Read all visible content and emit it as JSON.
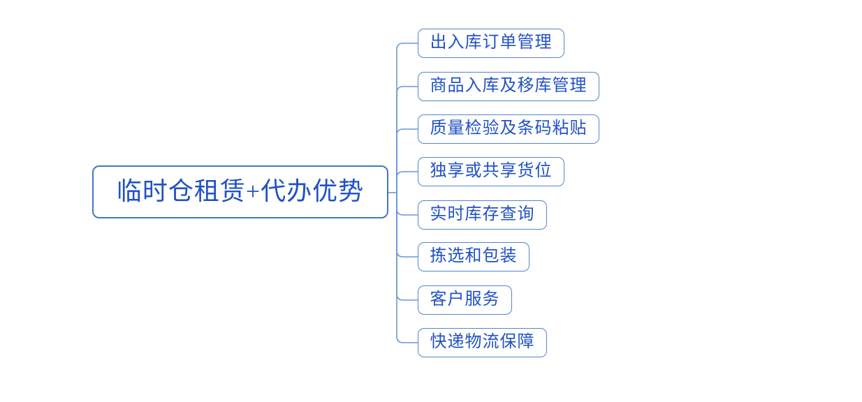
{
  "mindmap": {
    "root": {
      "label": "临时仓租赁+代办优势"
    },
    "children": [
      {
        "label": "出入库订单管理"
      },
      {
        "label": "商品入库及移库管理"
      },
      {
        "label": "质量检验及条码粘贴"
      },
      {
        "label": "独享或共享货位"
      },
      {
        "label": "实时库存查询"
      },
      {
        "label": "拣选和包装"
      },
      {
        "label": "客户服务"
      },
      {
        "label": "快递物流保障"
      }
    ],
    "colors": {
      "background": "#ffffff",
      "node_text": "#2152c3",
      "root_border": "#4377c8",
      "child_border": "#5585cc",
      "connector_line": "#6d97d2"
    }
  }
}
